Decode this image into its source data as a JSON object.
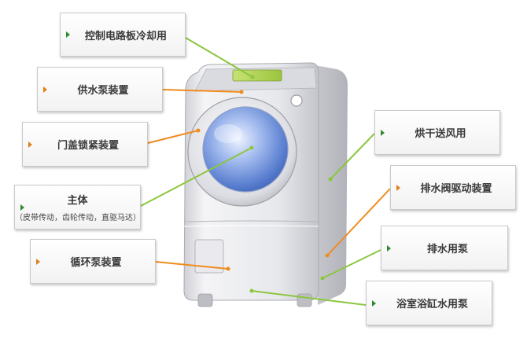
{
  "colors": {
    "green_accent": "#8cc63f",
    "orange_accent": "#f08c1e",
    "triangle_green": "#2f8a2f",
    "triangle_orange": "#e0801a"
  },
  "labels": {
    "control_board_cooling": "控制电路板冷却用",
    "water_supply_pump": "供水泵装置",
    "door_lock": "门盖锁紧装置",
    "main_body": "主体",
    "main_body_note": "（皮带传动，齿轮传动，直驱马达）",
    "circulation_pump": "循环泵装置",
    "drying_fan": "烘干送风用",
    "drain_valve_drive": "排水阀驱动装置",
    "drain_pump": "排水用泵",
    "bathtub_pump": "浴室浴缸水用泵"
  }
}
